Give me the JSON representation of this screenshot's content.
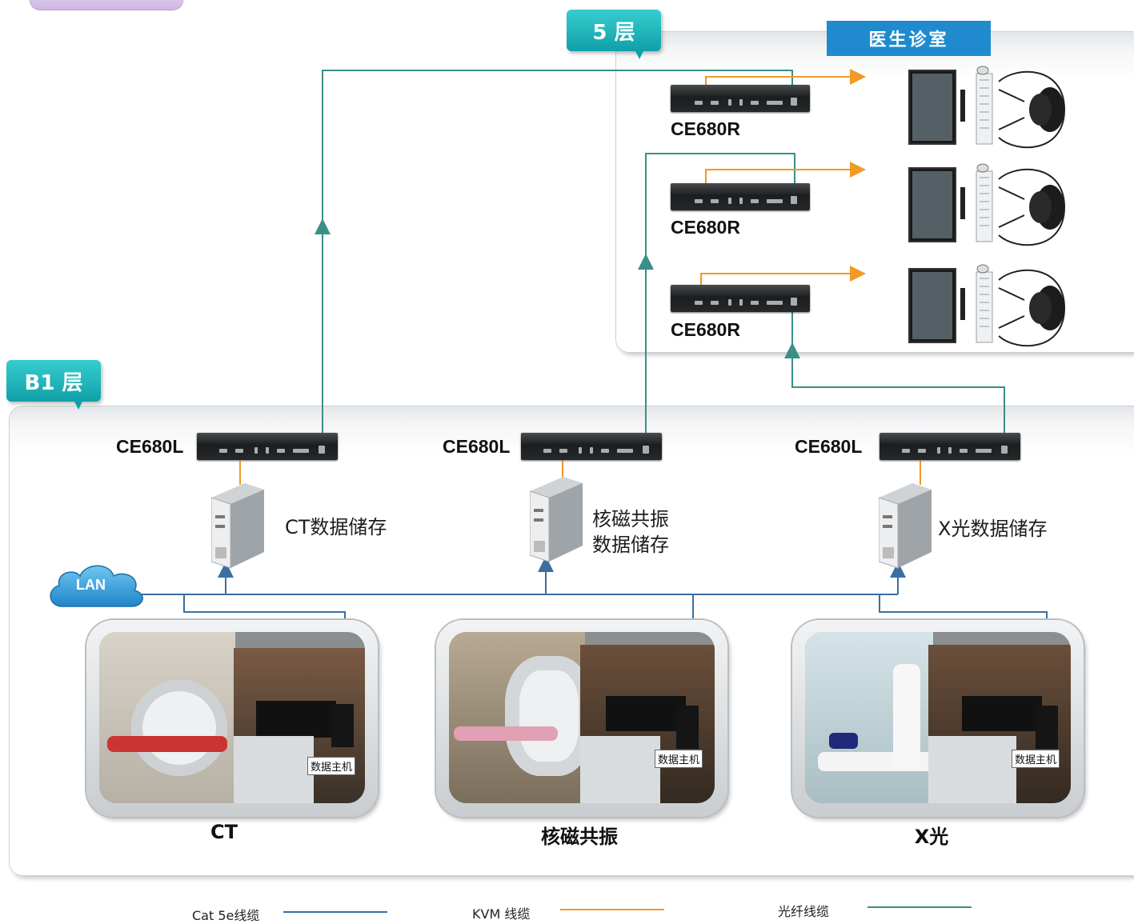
{
  "floors": {
    "upper": "5 层",
    "lower": "B1 层"
  },
  "room": {
    "title": "医生诊室"
  },
  "receivers": [
    {
      "label": "CE680R"
    },
    {
      "label": "CE680R"
    },
    {
      "label": "CE680R"
    }
  ],
  "transmitters": [
    {
      "label": "CE680L"
    },
    {
      "label": "CE680L"
    },
    {
      "label": "CE680L"
    }
  ],
  "storage": [
    {
      "label_line1": "CT数据储存",
      "label_line2": ""
    },
    {
      "label_line1": "核磁共振",
      "label_line2": "数据储存"
    },
    {
      "label_line1": "X光数据储存",
      "label_line2": ""
    }
  ],
  "lan": {
    "label": "LAN"
  },
  "rooms": [
    {
      "caption": "CT",
      "host_label": "数据主机"
    },
    {
      "caption": "核磁共振",
      "host_label": "数据主机"
    },
    {
      "caption": "X光",
      "host_label": "数据主机"
    }
  ],
  "legend": [
    {
      "label": "Cat 5e线缆",
      "color": "#3a6fa0"
    },
    {
      "label": "KVM 线缆",
      "color": "#f19a26"
    },
    {
      "label": "光纤线缆",
      "color": "#3a8f86"
    }
  ],
  "colors": {
    "fiber": "#3a8f86",
    "kvm": "#f19a26",
    "cat5e": "#3a6fa0",
    "floor_tag": "#17a9b0",
    "room_title_bg": "#1f8bce"
  }
}
